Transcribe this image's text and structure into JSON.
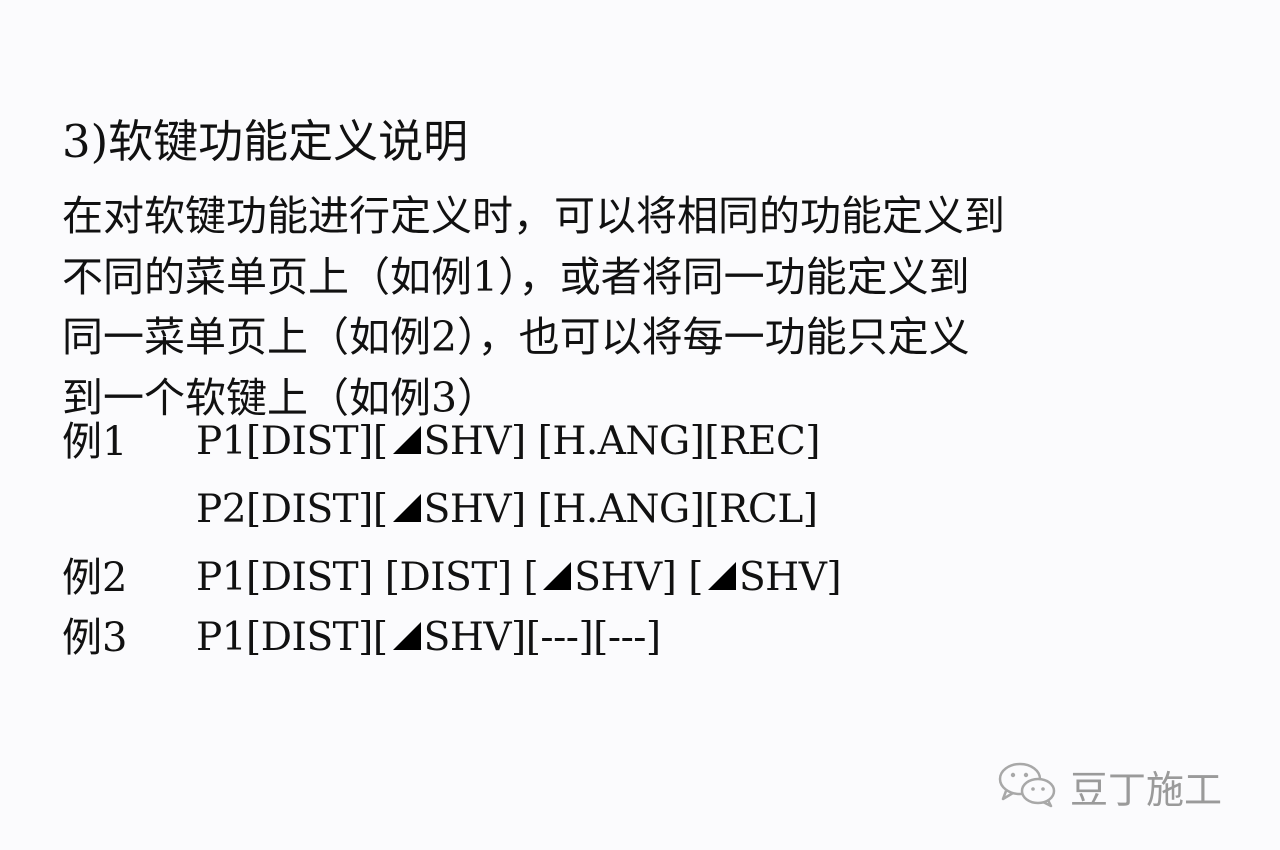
{
  "heading": "3)软键功能定义说明",
  "paragraph": [
    "在对软键功能进行定义时，可以将相同的功能定义到",
    "不同的菜单页上（如例1），或者将同一功能定义到",
    "同一菜单页上（如例2），也可以将每一功能只定义",
    "到一个软键上（如例3）"
  ],
  "examples": [
    {
      "label": "例1",
      "lines": [
        {
          "before": "P1[DIST][",
          "after": "SHV] [H.ANG][REC]"
        },
        {
          "before": "P2[DIST][",
          "after": "SHV] [H.ANG][RCL]"
        }
      ]
    },
    {
      "label": "例2",
      "line": {
        "before": "P1[DIST] [DIST] [",
        "mid": "SHV] [",
        "after": "SHV]"
      }
    },
    {
      "label": "例3",
      "line": {
        "before": "P1[DIST][",
        "after": "SHV][---][---]"
      }
    }
  ],
  "triangle_icon": "right-triangle-icon",
  "watermark": {
    "icon": "wechat-logo-icon",
    "text": "豆丁施工"
  }
}
